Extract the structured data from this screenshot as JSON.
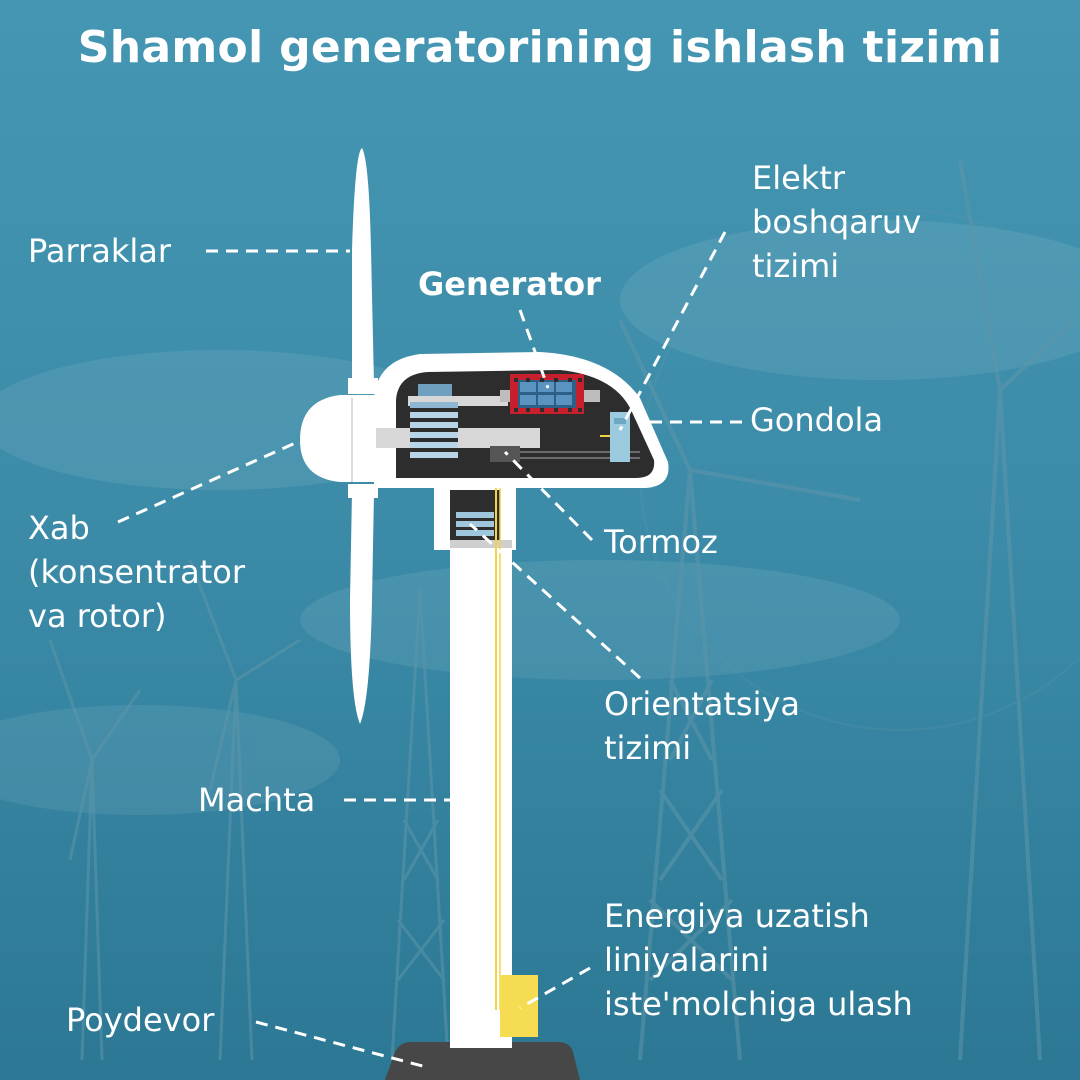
{
  "title": "Shamol generatorining ishlash tizimi",
  "colors": {
    "sky_top": "#3f90ad",
    "sky_bottom": "#2f7f9c",
    "tower": "#ffffff",
    "nacelle_body": "#333333",
    "generator_accent": "#cc2233",
    "cable": "#f5d547",
    "foundation": "#4a4a4a"
  },
  "labels": {
    "parraklar": "Parraklar",
    "generator": "Generator",
    "elektr": [
      "Elektr",
      "boshqaruv",
      "tizimi"
    ],
    "gondola": "Gondola",
    "xab": [
      "Xab",
      "(konsentrator",
      "va rotor)"
    ],
    "tormoz": "Tormoz",
    "orientatsiya": [
      "Orientatsiya",
      "tizimi"
    ],
    "machta": "Machta",
    "energiya": [
      "Energiya uzatish",
      "liniyalarini",
      "iste'molchiga ulash"
    ],
    "poydevor": "Poydevor"
  }
}
